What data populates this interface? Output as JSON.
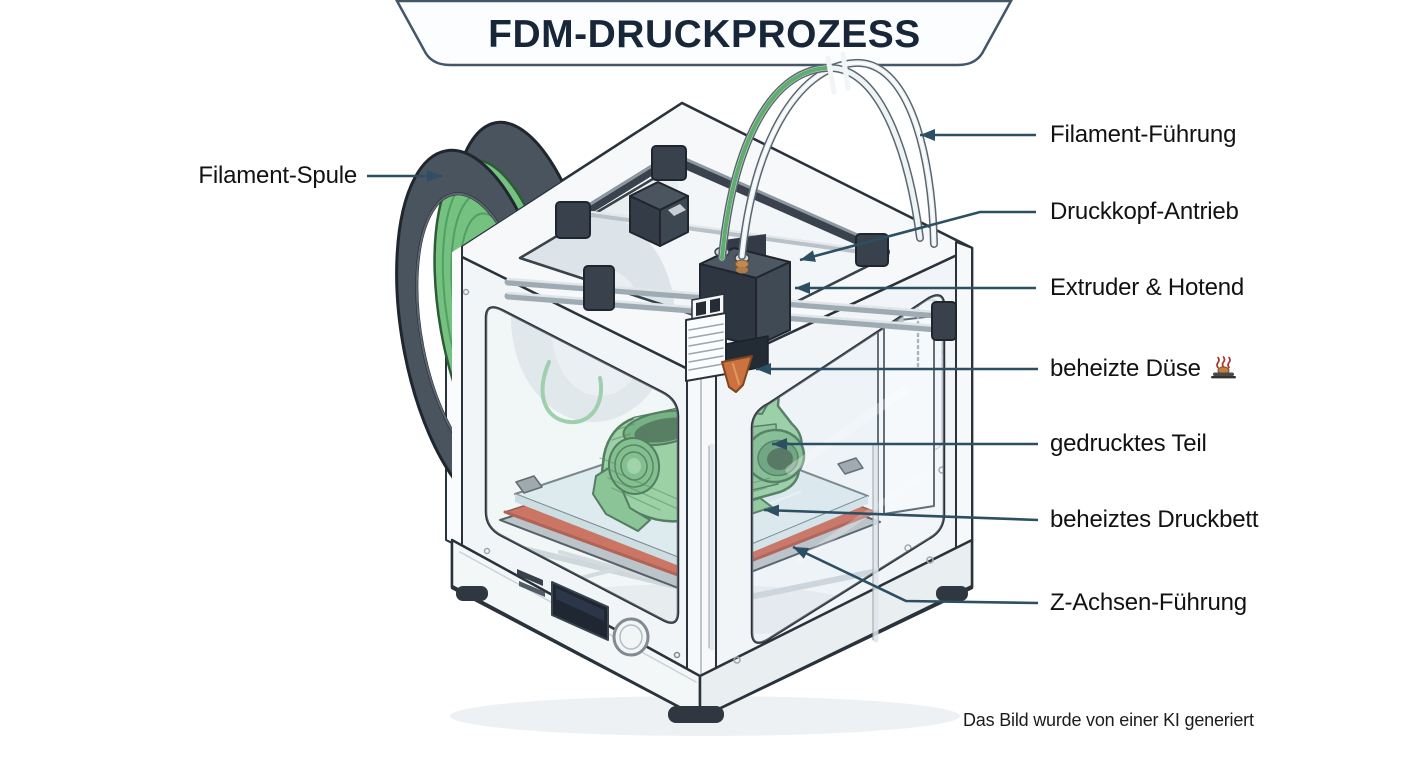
{
  "title": {
    "text": "FDM-DRUCKPROZESS"
  },
  "footer": {
    "text": "Das Bild wurde von einer KI generiert"
  },
  "annotations": {
    "left": [
      {
        "text": "Filament-Spule"
      }
    ],
    "right": [
      {
        "text": "Filament-Führung"
      },
      {
        "text": "Druckkopf-Antrieb"
      },
      {
        "text": "Extruder & Hotend"
      },
      {
        "text": "beheizte Düse",
        "icon": "hot-surface-icon"
      },
      {
        "text": "gedrucktes Teil"
      },
      {
        "text": "beheiztes Druckbett"
      },
      {
        "text": "Z-Achsen-Führung"
      }
    ]
  },
  "colors": {
    "leader_line": "#2d4f63",
    "banner_stroke": "#43566a",
    "title_text": "#182639",
    "label_text": "#121212",
    "filament_green": "#6fbc7d",
    "printed_part_green": "#85c78f",
    "heated_bed_red": "#c2523d",
    "nozzle_orange": "#cb7340",
    "frame_dark": "#39424c",
    "body_white": "#f4f7f8"
  }
}
